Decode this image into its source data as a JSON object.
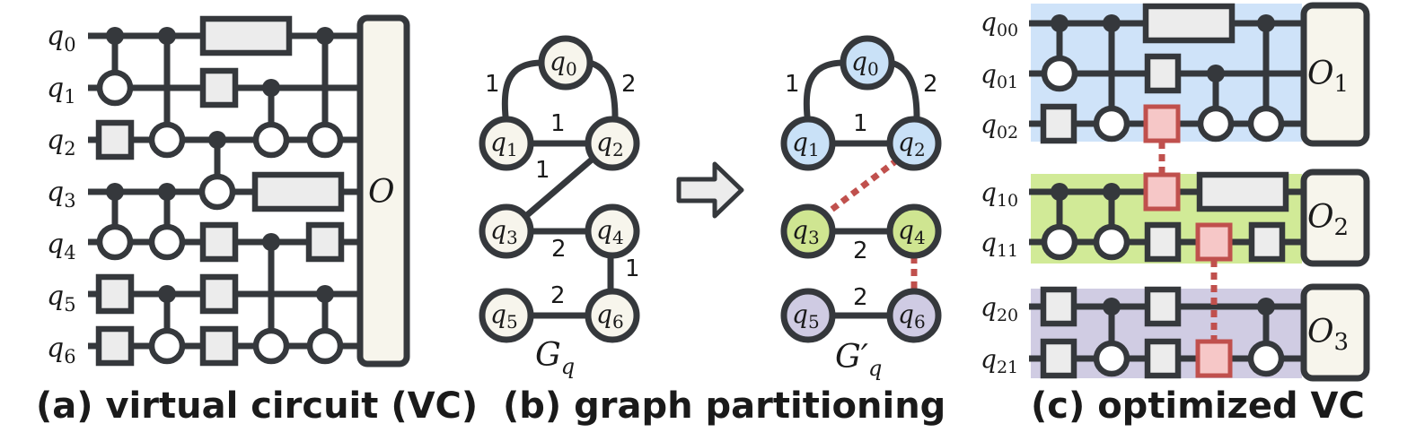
{
  "panel_a": {
    "qubits": [
      "q0",
      "q1",
      "q2",
      "q3",
      "q4",
      "q5",
      "q6"
    ],
    "observable": "O",
    "caption": "(a) virtual circuit (VC)"
  },
  "panel_b": {
    "left_graph": {
      "nodes": [
        "q0",
        "q1",
        "q2",
        "q3",
        "q4",
        "q5",
        "q6"
      ],
      "edge_weights": {
        "q0_q1": "1",
        "q0_q2": "2",
        "q1_q2": "1",
        "q2_q3": "1",
        "q3_q4": "2",
        "q4_q6": "1",
        "q5_q6": "2"
      },
      "label": "G",
      "label_sub": "q"
    },
    "right_graph": {
      "nodes": [
        "q0",
        "q1",
        "q2",
        "q3",
        "q4",
        "q5",
        "q6"
      ],
      "edge_weights": {
        "q0_q1": "1",
        "q0_q2": "2",
        "q1_q2": "1",
        "q3_q4": "2",
        "q5_q6": "2"
      },
      "label": "G′",
      "label_sub": "q"
    },
    "partition_colors": {
      "blue": "#c9e1f7",
      "green": "#cfe591",
      "purple": "#cfcbe3",
      "neutral": "#f7f5ec"
    },
    "caption": "(b) graph partitioning"
  },
  "panel_c": {
    "qubits": [
      "q00",
      "q01",
      "q02",
      "q10",
      "q11",
      "q20",
      "q21"
    ],
    "observables": [
      "O1",
      "O2",
      "O3"
    ],
    "band_colors": {
      "group1": "#cfe3f9",
      "group2": "#d1ea97",
      "group3": "#d0ccE3"
    },
    "cut_color": "#c0504d",
    "caption": "(c) optimized VC"
  }
}
